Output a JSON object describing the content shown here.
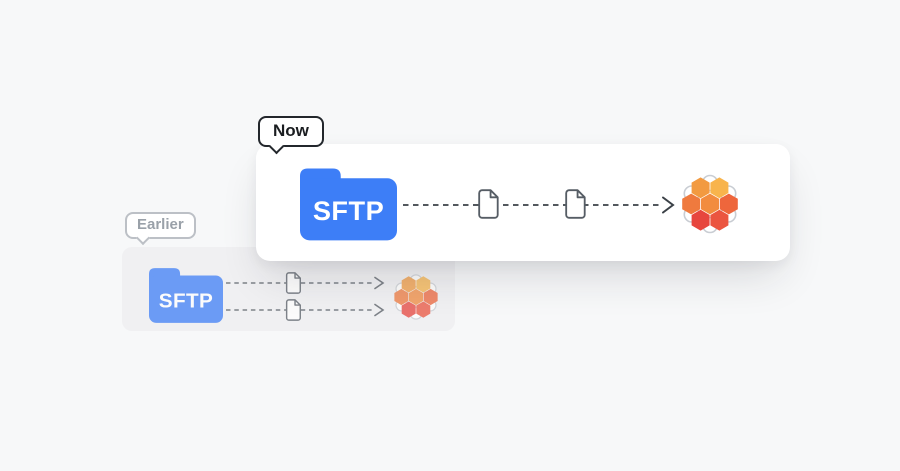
{
  "page": {
    "background_color": "#F7F8F9"
  },
  "now_panel": {
    "badge_label": "Now",
    "folder_label": "SFTP",
    "arrow_style": "dashed",
    "files_on_arrow": 2,
    "colors": {
      "card_bg": "#FFFFFF",
      "folder_blue": "#3D7EF7",
      "arrow": "#3B4147",
      "badge_border": "#23272C",
      "badge_text": "#1A1D20"
    }
  },
  "earlier_panel": {
    "badge_label": "Earlier",
    "folder_label": "SFTP",
    "arrow_style": "dashed",
    "arrow_count": 2,
    "files_per_arrow": 1,
    "colors": {
      "card_bg": "#F0F0F2",
      "folder_blue": "#3D7EF7",
      "arrow": "#565C64",
      "badge_border": "#BCC0C6",
      "badge_text": "#9AA1A9"
    }
  },
  "logo": {
    "name": "honeycomb-hexagon-cluster",
    "hex_colors": {
      "nw": "#F29A41",
      "ne": "#F8B44C",
      "w": "#EF7A3E",
      "center": "#F28C3F",
      "e": "#EE663C",
      "sw": "#E7463E",
      "se": "#EB5540"
    },
    "outline_color": "#C9CDD3"
  },
  "icons": {
    "folder_icon": "rounded folder with top tab (SVG shape)",
    "file_icon": "document outline with folded corner (SVG shape)",
    "arrowhead_icon": "right chevron at end of dashed line",
    "honeycomb_logo_icon": "flower cluster of 7 hexagons with gray outline circles behind"
  }
}
